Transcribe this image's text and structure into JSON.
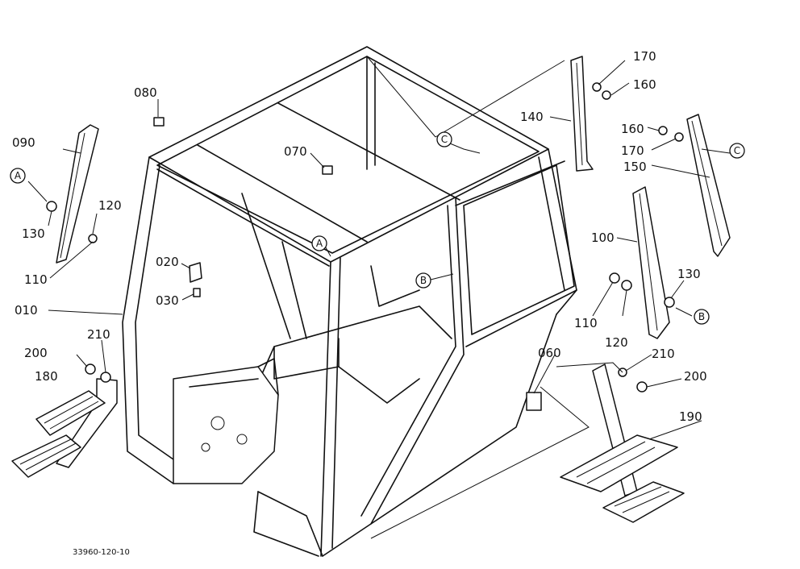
{
  "callouts": {
    "p010": "010",
    "p020": "020",
    "p030": "030",
    "p060": "060",
    "p070": "070",
    "p080": "080",
    "p090": "090",
    "p100": "100",
    "p110_left": "110",
    "p110_right": "110",
    "p120_left": "120",
    "p120_right": "120",
    "p130_left": "130",
    "p130_right": "130",
    "p140": "140",
    "p150": "150",
    "p160_top": "160",
    "p160_mid": "160",
    "p170_top": "170",
    "p170_mid": "170",
    "p180": "180",
    "p190": "190",
    "p200_left": "200",
    "p200_right": "200",
    "p210_left": "210",
    "p210_right": "210"
  },
  "markers": {
    "a_left": "A",
    "a_center": "A",
    "b_center": "B",
    "b_right": "B",
    "c_center": "C",
    "c_right": "C"
  },
  "reference_code": "33960-120-10"
}
